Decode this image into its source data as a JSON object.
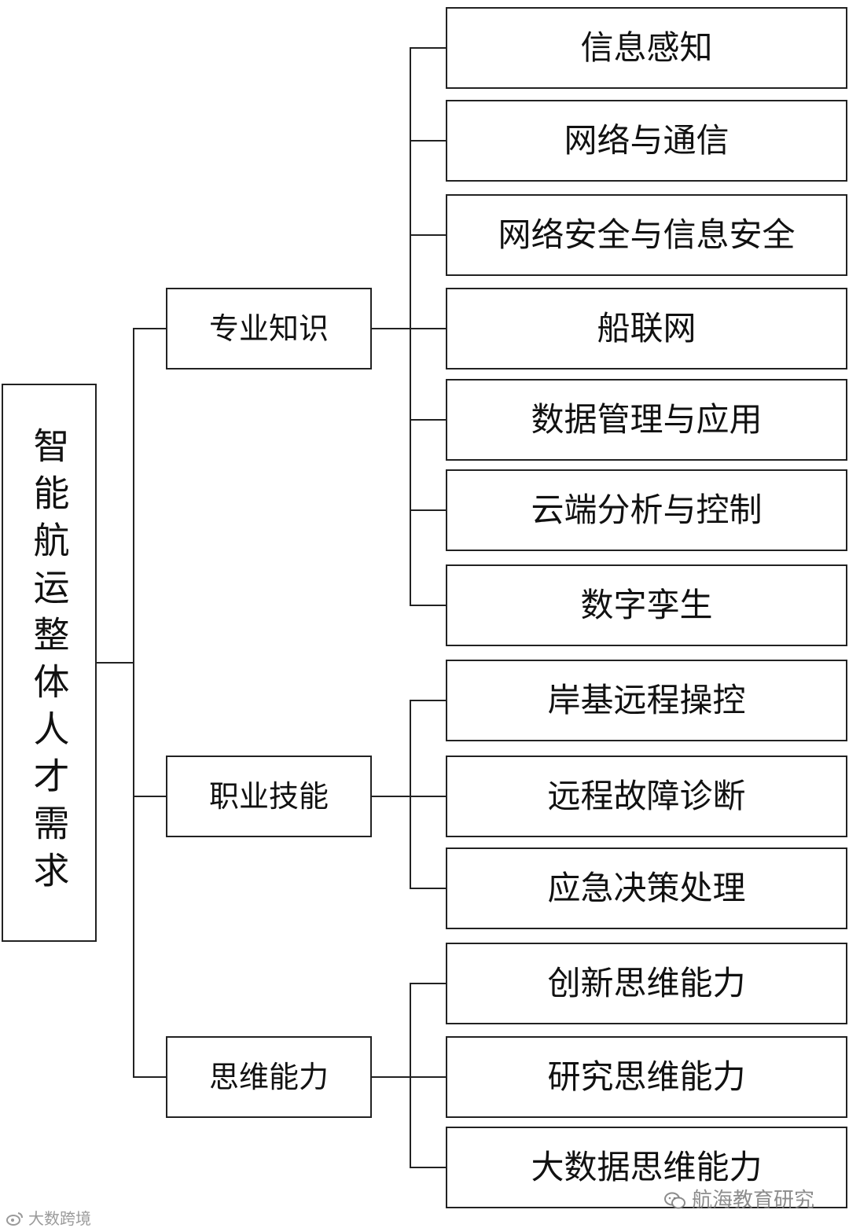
{
  "colors": {
    "line": "#222222",
    "box_fill": "#ffffff",
    "text": "#111111",
    "watermark": "#9a9a9a"
  },
  "root": {
    "label": "智能航运整体人才需求"
  },
  "categories": [
    {
      "label": "专业知识",
      "items": [
        "信息感知",
        "网络与通信",
        "网络安全与信息安全",
        "船联网",
        "数据管理与应用",
        "云端分析与控制",
        "数字孪生"
      ]
    },
    {
      "label": "职业技能",
      "items": [
        "岸基远程操控",
        "远程故障诊断",
        "应急决策处理"
      ]
    },
    {
      "label": "思维能力",
      "items": [
        "创新思维能力",
        "研究思维能力",
        "大数据思维能力"
      ]
    }
  ],
  "watermarks": {
    "left": {
      "icon": "weibo-icon",
      "text": "大数跨境"
    },
    "right": {
      "icon": "wechat-icon",
      "text": "航海教育研究"
    }
  }
}
